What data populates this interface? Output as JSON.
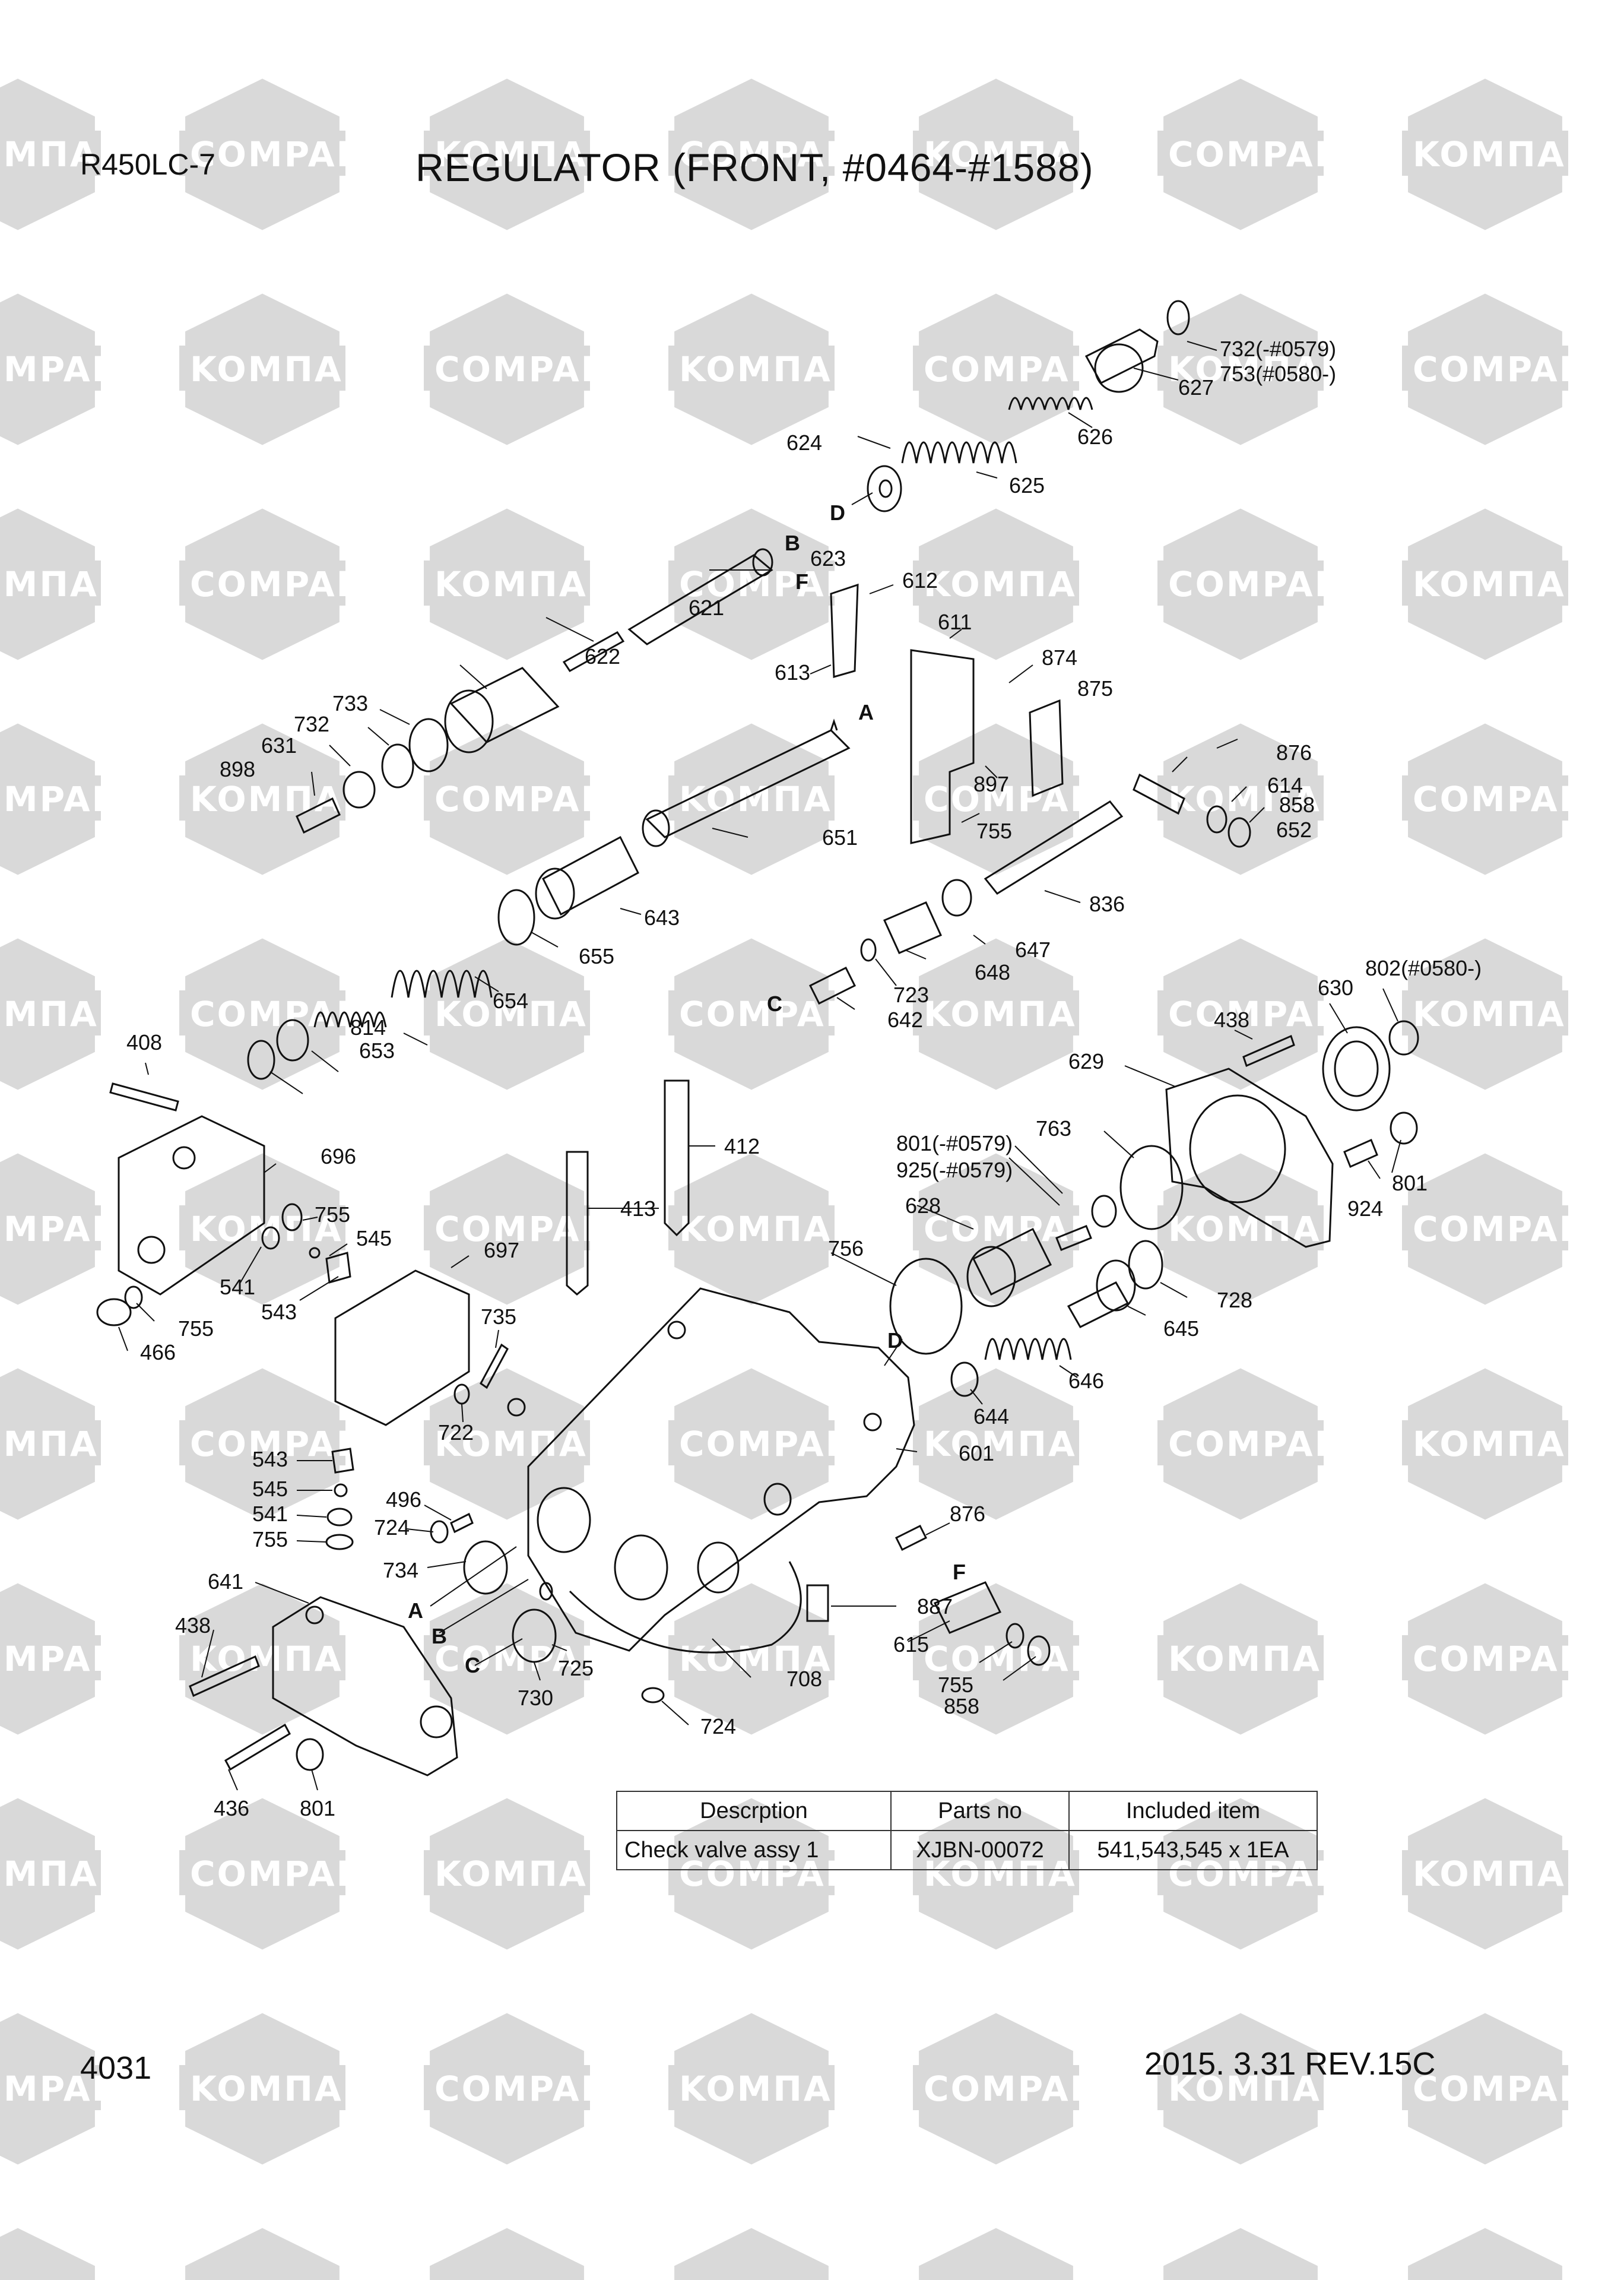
{
  "header": {
    "model": "R450LC-7",
    "title": "REGULATOR (FRONT, #0464-#1588)"
  },
  "footer": {
    "page_number": "4031",
    "date_revision": "2015. 3.31  REV.15C"
  },
  "watermark": {
    "texts": [
      "KOMПAPT",
      "COMPART"
    ],
    "color": "#d9d9d9"
  },
  "callouts": [
    "732(-#0579)",
    "753(#0580-)",
    "627",
    "626",
    "624",
    "625",
    "623",
    "621",
    "622",
    "612",
    "611",
    "874",
    "613",
    "875",
    "733",
    "732",
    "631",
    "898",
    "897",
    "876",
    "614",
    "755",
    "858",
    "652",
    "651",
    "643",
    "836",
    "655",
    "654",
    "653",
    "814",
    "647",
    "648",
    "723",
    "642",
    "802(#0580-)",
    "630",
    "438",
    "629",
    "408",
    "696",
    "755",
    "545",
    "541",
    "543",
    "755",
    "466",
    "697",
    "735",
    "722",
    "412",
    "413",
    "801(-#0579)",
    "925(-#0579)",
    "763",
    "628",
    "756",
    "801",
    "924",
    "728",
    "645",
    "646",
    "644",
    "601",
    "876",
    "887",
    "615",
    "755",
    "858",
    "543",
    "545",
    "541",
    "755",
    "496",
    "724",
    "734",
    "641",
    "438",
    "725",
    "730",
    "708",
    "724",
    "436",
    "801"
  ],
  "letters": [
    "B",
    "D",
    "F",
    "A",
    "C",
    "D",
    "A",
    "B",
    "C",
    "F"
  ],
  "table": {
    "headers": [
      "Descrption",
      "Parts no",
      "Included item"
    ],
    "rows": [
      [
        "Check valve assy 1",
        "XJBN-00072",
        "541,543,545 x 1EA"
      ]
    ]
  }
}
